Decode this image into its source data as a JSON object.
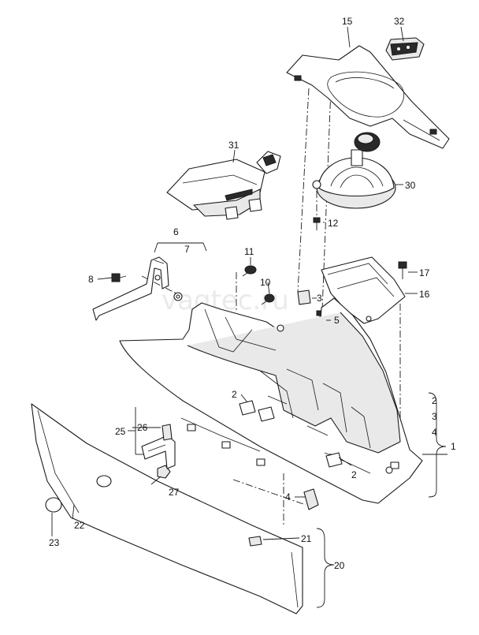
{
  "watermark": "vagtec.ru",
  "callouts": {
    "c1": "1",
    "c2a": "2",
    "c2b": "2",
    "c2c": "2",
    "c3a": "3",
    "c3b": "3",
    "c4a": "4",
    "c4b": "4",
    "c5": "5",
    "c6": "6",
    "c7": "7",
    "c8": "8",
    "c10": "10",
    "c11": "11",
    "c12": "12",
    "c15": "15",
    "c16": "16",
    "c17": "17",
    "c20": "20",
    "c21": "21",
    "c22": "22",
    "c23": "23",
    "c25": "25",
    "c26": "26",
    "c27": "27",
    "c30": "30",
    "c31": "31",
    "c32": "32"
  }
}
